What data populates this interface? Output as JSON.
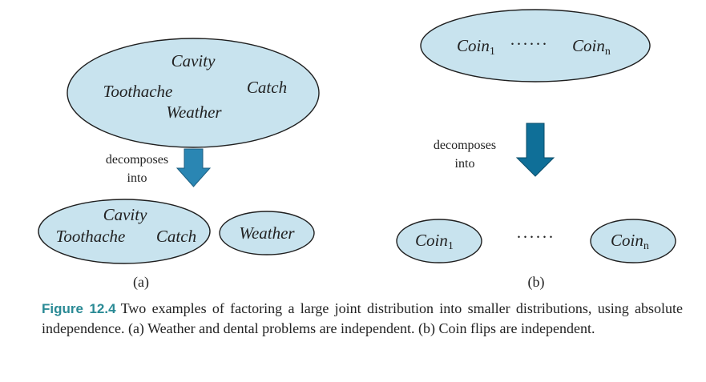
{
  "panel_a": {
    "big": {
      "cavity": "Cavity",
      "toothache": "Toothache",
      "catch": "Catch",
      "weather": "Weather"
    },
    "arrow_label_line1": "decomposes",
    "arrow_label_line2": "into",
    "small_left": {
      "cavity": "Cavity",
      "toothache": "Toothache",
      "catch": "Catch"
    },
    "small_right": {
      "weather": "Weather"
    },
    "label": "(a)"
  },
  "panel_b": {
    "top": {
      "coin1": "Coin",
      "coin1_sub": "1",
      "dots": "······",
      "coinn": "Coin",
      "coinn_sub": "n"
    },
    "arrow_label_line1": "decomposes",
    "arrow_label_line2": "into",
    "bottom_left": {
      "coin": "Coin",
      "sub": "1"
    },
    "bottom_dots": "······",
    "bottom_right": {
      "coin": "Coin",
      "sub": "n"
    },
    "label": "(b)"
  },
  "caption": {
    "number": "Figure 12.4",
    "text": "Two examples of factoring a large joint distribution into smaller distributions, using absolute independence. (a) Weather and dental problems are independent. (b) Coin flips are independent."
  },
  "colors": {
    "ellipse_fill": "#c8e3ee",
    "arrow_a": "#2a86b3",
    "arrow_b": "#0f6f98",
    "caption_number": "#2a8a95"
  }
}
